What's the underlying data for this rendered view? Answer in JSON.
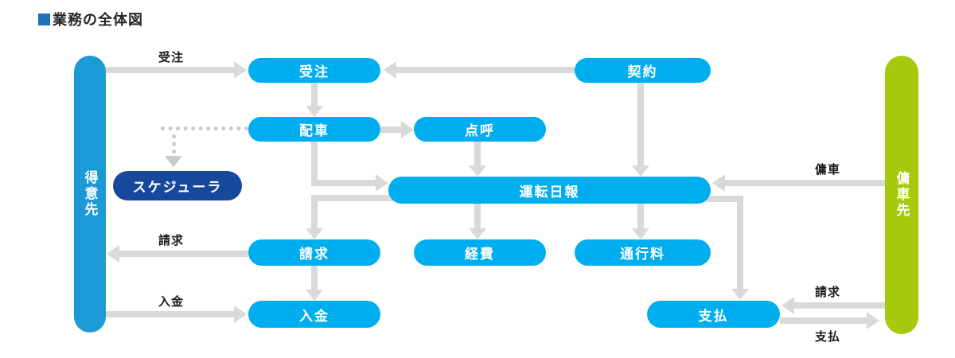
{
  "title": "業務の全体図",
  "entities": {
    "customer": "得意先",
    "subcontractor": "傭車先"
  },
  "nodes": {
    "order": "受注",
    "contract": "契約",
    "dispatch": "配車",
    "rollcall": "点呼",
    "scheduler": "スケジューラ",
    "driving_report": "運転日報",
    "billing": "請求",
    "expenses": "経費",
    "toll": "通行料",
    "deposit": "入金",
    "payment": "支払"
  },
  "flow_labels": {
    "order_in": "受注",
    "billing_out": "請求",
    "deposit_in": "入金",
    "hired_vehicle": "傭車",
    "subcontractor_billing": "請求",
    "subcontractor_payment": "支払"
  },
  "colors": {
    "node_blue": "#00AEEF",
    "customer_bar_blue": "#1B9AD6",
    "scheduler_dark_blue": "#18489B",
    "subcontractor_green": "#A6C90D",
    "arrow_gray": "#D9D9D9",
    "title_square_blue": "#1D71B8"
  }
}
